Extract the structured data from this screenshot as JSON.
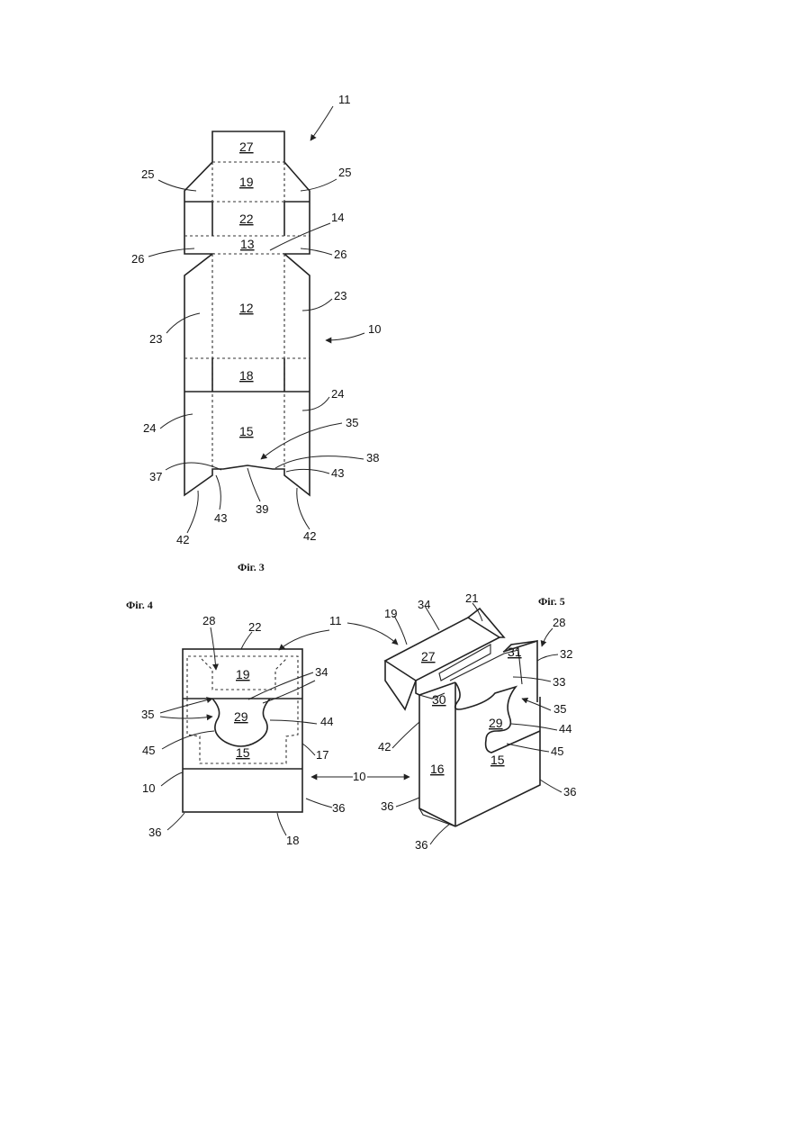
{
  "captions": {
    "fig3": "Фіг. 3",
    "fig4": "Фіг. 4",
    "fig5": "Фіг. 5"
  },
  "fig3": {
    "panels": {
      "p27": "27",
      "p19": "19",
      "p22": "22",
      "p13": "13",
      "p12": "12",
      "p18": "18",
      "p15": "15"
    },
    "refs": {
      "r11": "11",
      "r25a": "25",
      "r25b": "25",
      "r14": "14",
      "r26a": "26",
      "r26b": "26",
      "r23a": "23",
      "r23b": "23",
      "r10": "10",
      "r24a": "24",
      "r24b": "24",
      "r35": "35",
      "r37": "37",
      "r38": "38",
      "r43a": "43",
      "r43b": "43",
      "r39": "39",
      "r42a": "42",
      "r42b": "42"
    }
  },
  "fig4": {
    "panels": {
      "p19": "19",
      "p29": "29",
      "p15": "15"
    },
    "refs": {
      "r28": "28",
      "r22": "22",
      "r34": "34",
      "r35": "35",
      "r44": "44",
      "r45": "45",
      "r17": "17",
      "r10": "10",
      "r36a": "36",
      "r36b": "36",
      "r18": "18"
    }
  },
  "fig5": {
    "panels": {
      "p27": "27",
      "p31": "31",
      "p30": "30",
      "p29": "29",
      "p16": "16",
      "p15": "15"
    },
    "refs": {
      "r19": "19",
      "r34": "34",
      "r21": "21",
      "r28": "28",
      "r32": "32",
      "r33": "33",
      "r35": "35",
      "r44": "44",
      "r45": "45",
      "r42": "42",
      "r36a": "36",
      "r36b": "36",
      "r36c": "36"
    }
  },
  "shared": {
    "r11": "11",
    "r10": "10"
  }
}
